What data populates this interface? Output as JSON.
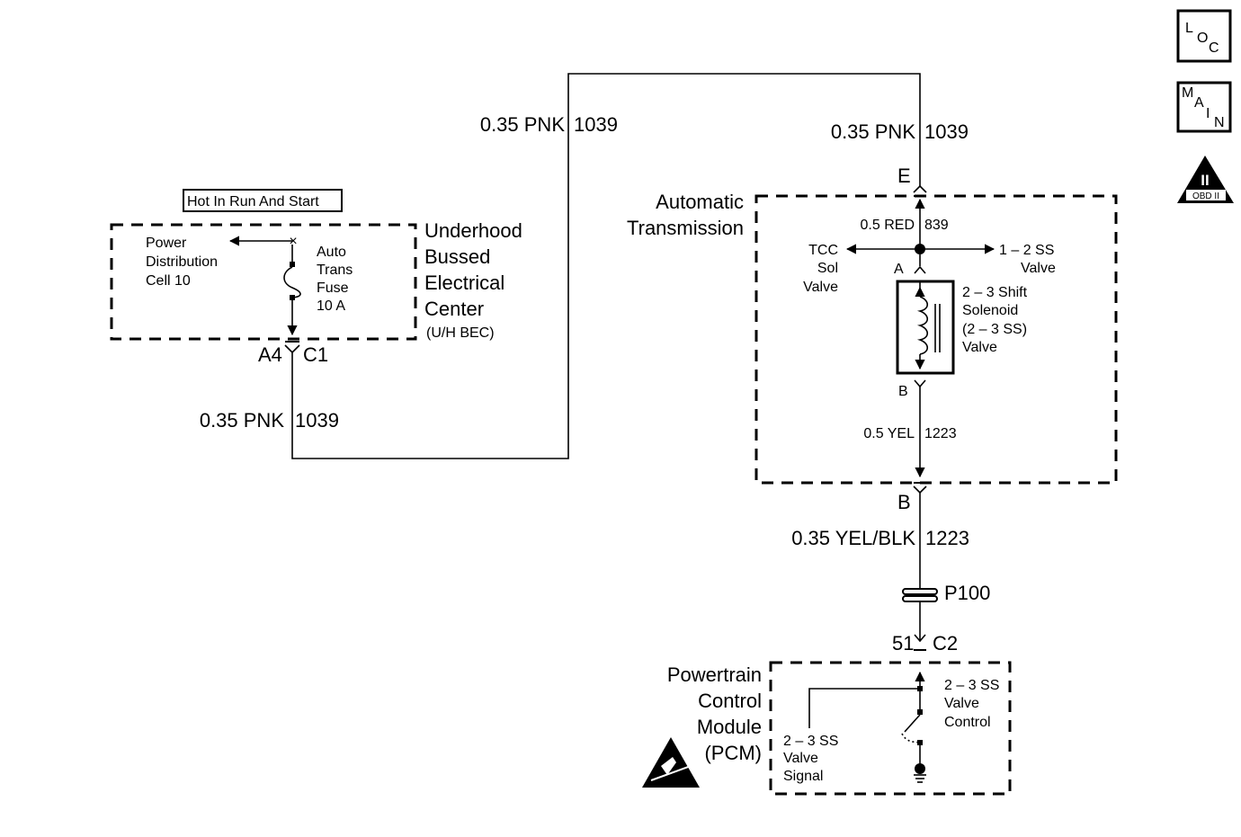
{
  "badges": {
    "loc": [
      "L",
      "O",
      "C"
    ],
    "main": [
      "M",
      "A",
      "I",
      "N"
    ],
    "obd_numeral": "II",
    "obd_text": "OBD II"
  },
  "bec": {
    "hot_label": "Hot In Run And Start",
    "power_dist": [
      "Power",
      "Distribution",
      "Cell 10"
    ],
    "fuse": [
      "Auto",
      "Trans",
      "Fuse",
      "10 A"
    ],
    "title": [
      "Underhood",
      "Bussed",
      "Electrical",
      "Center"
    ],
    "abbr": "(U/H BEC)",
    "conn_pin": "A4",
    "conn_name": "C1"
  },
  "wires": {
    "pnk_top_left": {
      "gauge": "0.35 PNK",
      "circuit": "1039"
    },
    "pnk_bottom_left": {
      "gauge": "0.35 PNK",
      "circuit": "1039"
    },
    "pnk_right": {
      "gauge": "0.35 PNK",
      "circuit": "1039"
    },
    "red": {
      "gauge": "0.5 RED",
      "circuit": "839"
    },
    "yel": {
      "gauge": "0.5 YEL",
      "circuit": "1223"
    },
    "yelblk": {
      "gauge": "0.35 YEL/BLK",
      "circuit": "1223"
    }
  },
  "trans": {
    "title": [
      "Automatic",
      "Transmission"
    ],
    "conn_e": "E",
    "pin_a": "A",
    "pin_b": "B",
    "conn_b": "B",
    "tcc": [
      "TCC",
      "Sol",
      "Valve"
    ],
    "ss12": [
      "1 – 2 SS",
      "Valve"
    ],
    "solenoid": [
      "2 – 3 Shift",
      "Solenoid",
      "(2 – 3 SS)",
      "Valve"
    ]
  },
  "splice": {
    "name": "P100"
  },
  "pcm": {
    "title": [
      "Powertrain",
      "Control",
      "Module",
      "(PCM)"
    ],
    "conn_pin": "51",
    "conn_name": "C2",
    "control": [
      "2 – 3 SS",
      "Valve",
      "Control"
    ],
    "signal": [
      "2 – 3 SS",
      "Valve",
      "Signal"
    ]
  }
}
